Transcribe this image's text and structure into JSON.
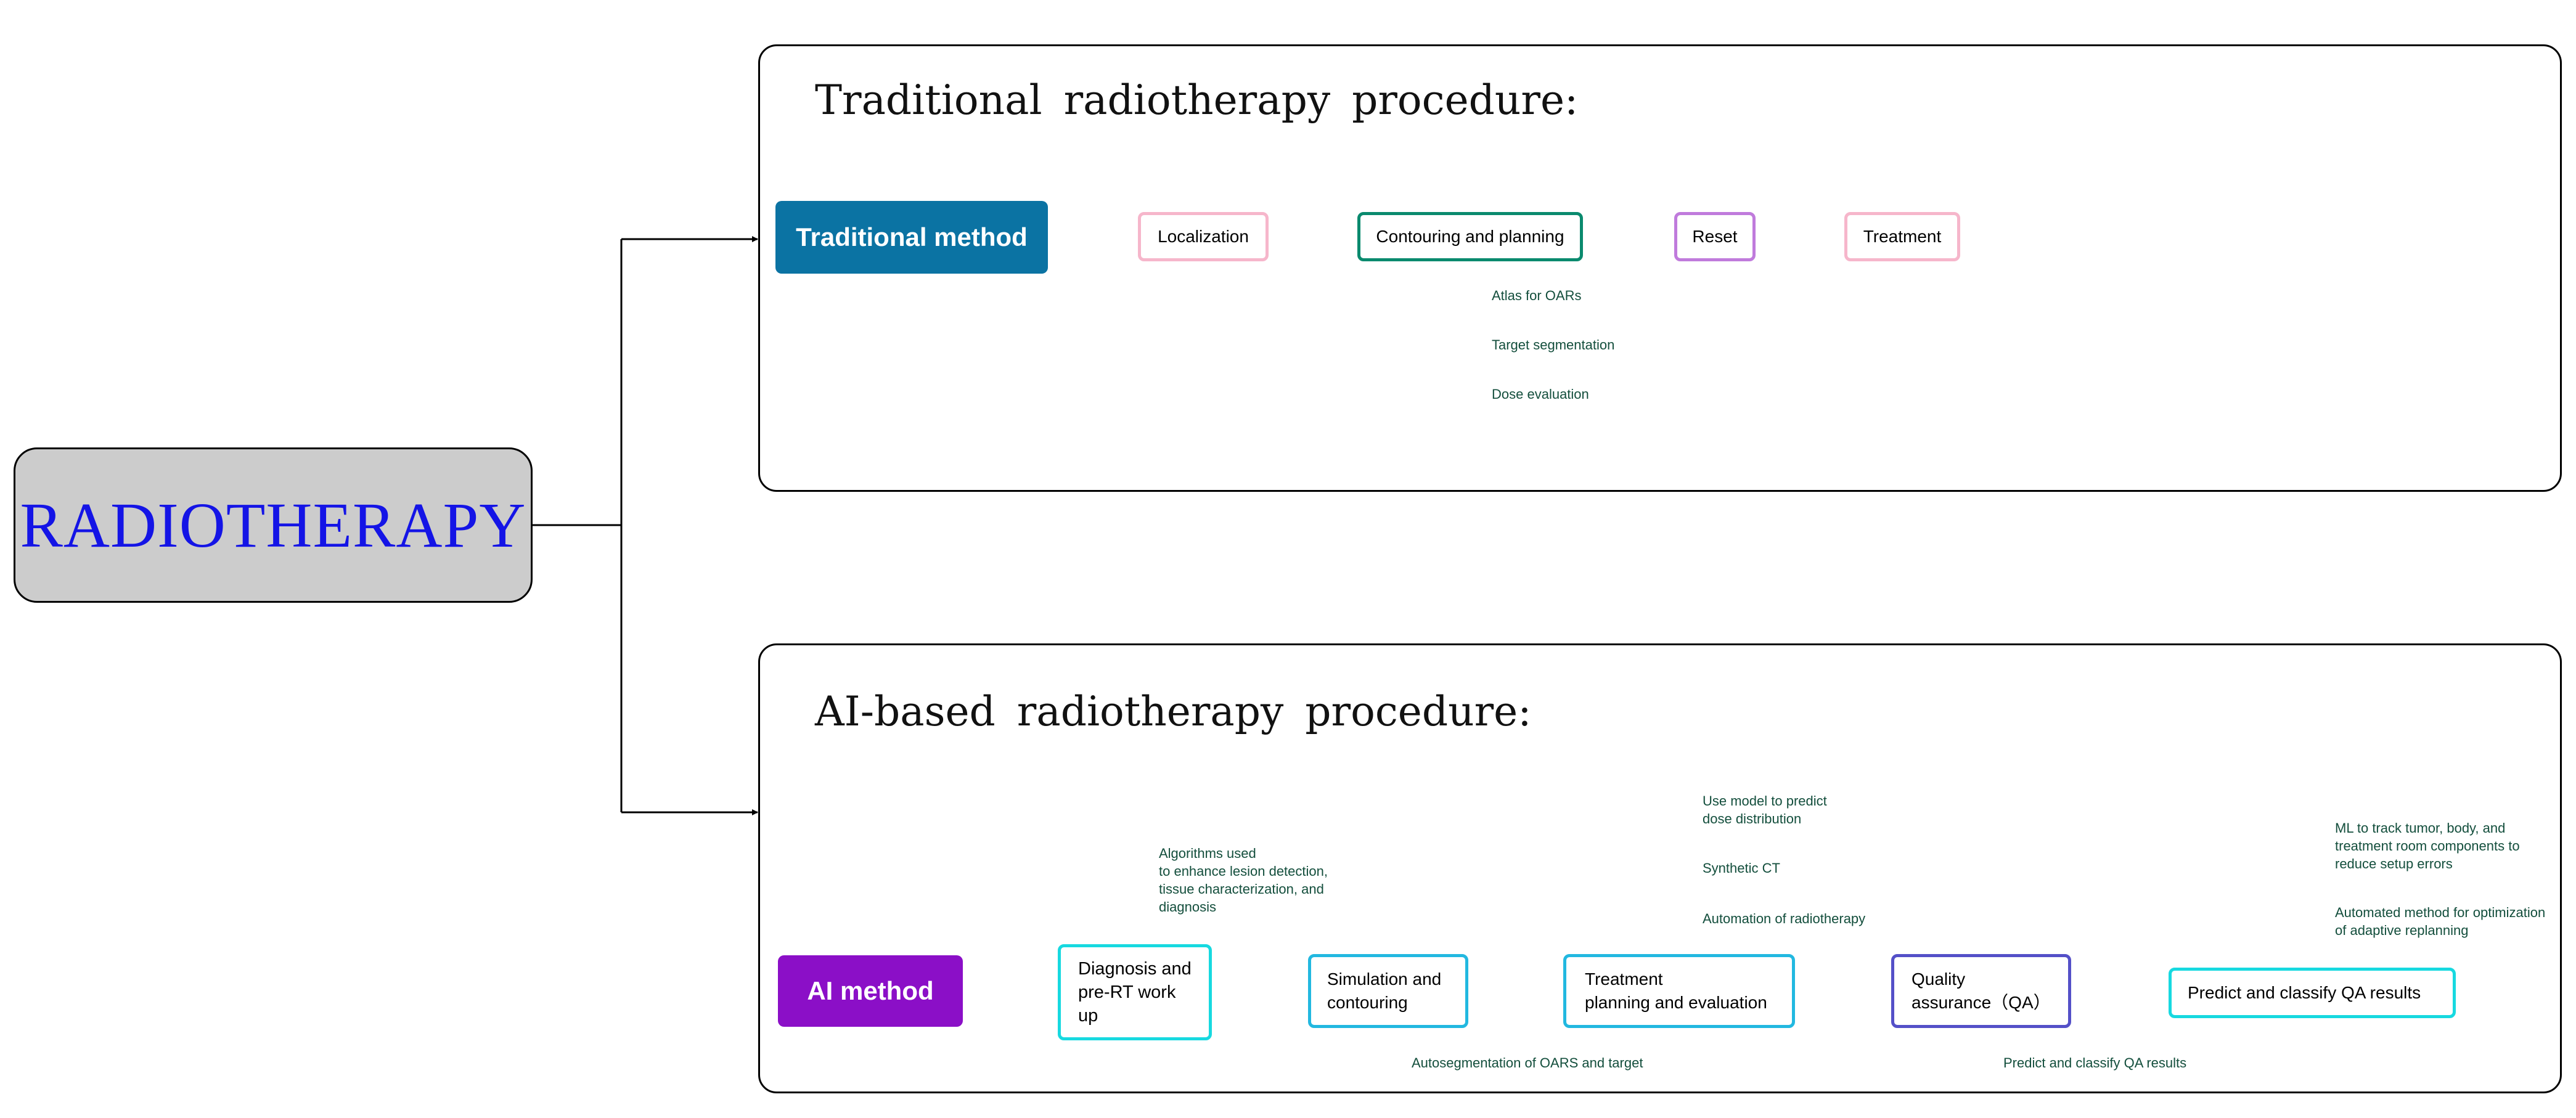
{
  "root": {
    "label": "RADIOTHERAPY"
  },
  "traditional": {
    "title": "Traditional  radiotherapy  procedure:",
    "method": "Traditional method",
    "steps": [
      "Localization",
      "Contouring and planning",
      "Reset",
      "Treatment"
    ],
    "branches": [
      "Atlas for OARs",
      "Target segmentation",
      "Dose evaluation"
    ]
  },
  "ai": {
    "title": "AI-based  radiotherapy  procedure:",
    "method": "AI method",
    "steps": [
      "Diagnosis and\npre-RT work\nup",
      "Simulation and\ncontouring",
      "Treatment\nplanning and evaluation",
      "Quality\nassurance（QA）",
      "Predict and classify QA results"
    ],
    "notes": {
      "diagnosis": "Algorithms used\nto enhance lesion detection,\ntissue characterization, and\ndiagnosis",
      "simulation": "Autosegmentation of OARS and target",
      "planning": [
        "Use model to predict\ndose distribution",
        "Synthetic CT",
        "Automation of radiotherapy"
      ],
      "qa": "Predict and classify QA results",
      "predict": [
        "ML to track tumor, body, and\ntreatment room components to\nreduce setup errors",
        "Automated method for optimization\nof adaptive replanning"
      ]
    }
  },
  "colors": {
    "traditional_method": "#0b73a3",
    "ai_method": "#8b0fc7",
    "root_text": "#1414e6",
    "root_fill": "#cccccc",
    "pink": "#f6b6cb",
    "teal": "#0a8a6e",
    "purple": "#c07bdc",
    "cyan": "#17d9e0",
    "sky": "#22b8e0",
    "indigo": "#5450c8",
    "note_text": "#134e3c"
  }
}
